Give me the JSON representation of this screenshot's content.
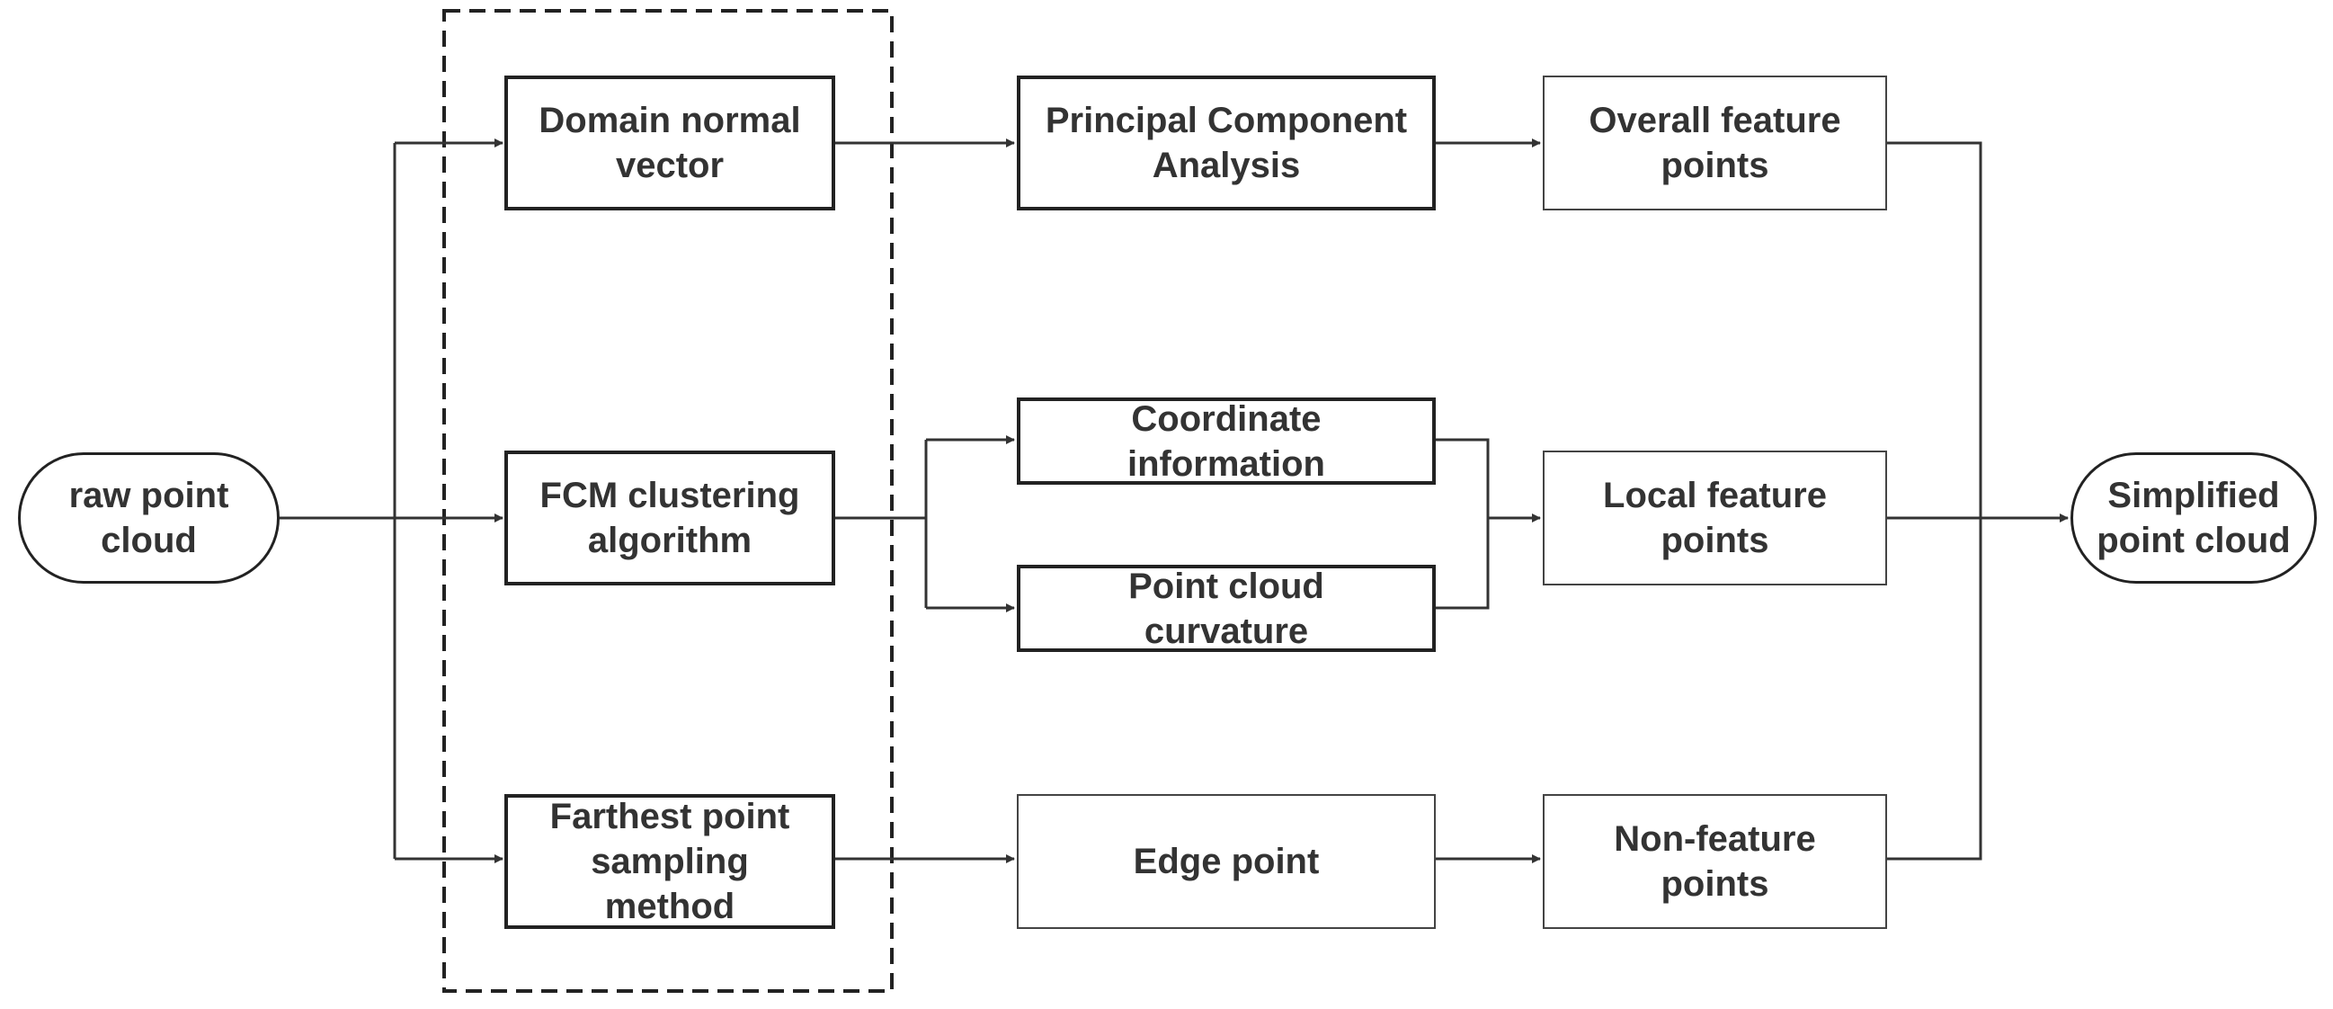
{
  "nodes": {
    "raw": "raw point\ncloud",
    "domain": "Domain normal\nvector",
    "fcm": "FCM clustering\nalgorithm",
    "farthest": "Farthest point\nsampling\nmethod",
    "pca": "Principal Component\nAnalysis",
    "coord": "Coordinate\ninformation",
    "curv": "Point cloud\ncurvature",
    "edge": "Edge point",
    "overall": "Overall feature\npoints",
    "local": "Local feature\npoints",
    "nonfeature": "Non-feature\npoints",
    "simplified": "Simplified\npoint cloud"
  },
  "colors": {
    "line": "#333333",
    "text": "#333333",
    "background": "#ffffff"
  }
}
